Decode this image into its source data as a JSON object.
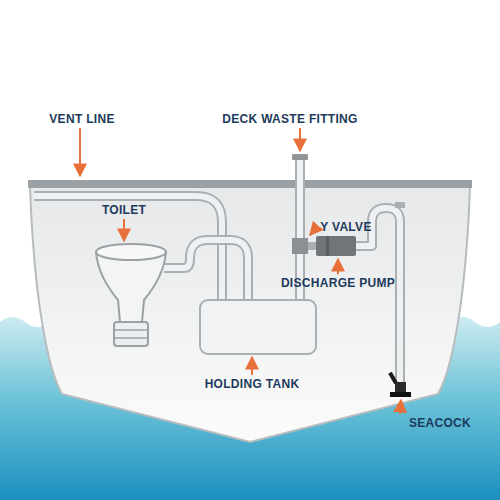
{
  "diagram": {
    "labels": [
      "VENT LINE",
      "DECK WASTE FITTING",
      "TOILET",
      "Y VALVE",
      "DISCHARGE PUMP",
      "HOLDING TANK",
      "SEACOCK"
    ]
  }
}
